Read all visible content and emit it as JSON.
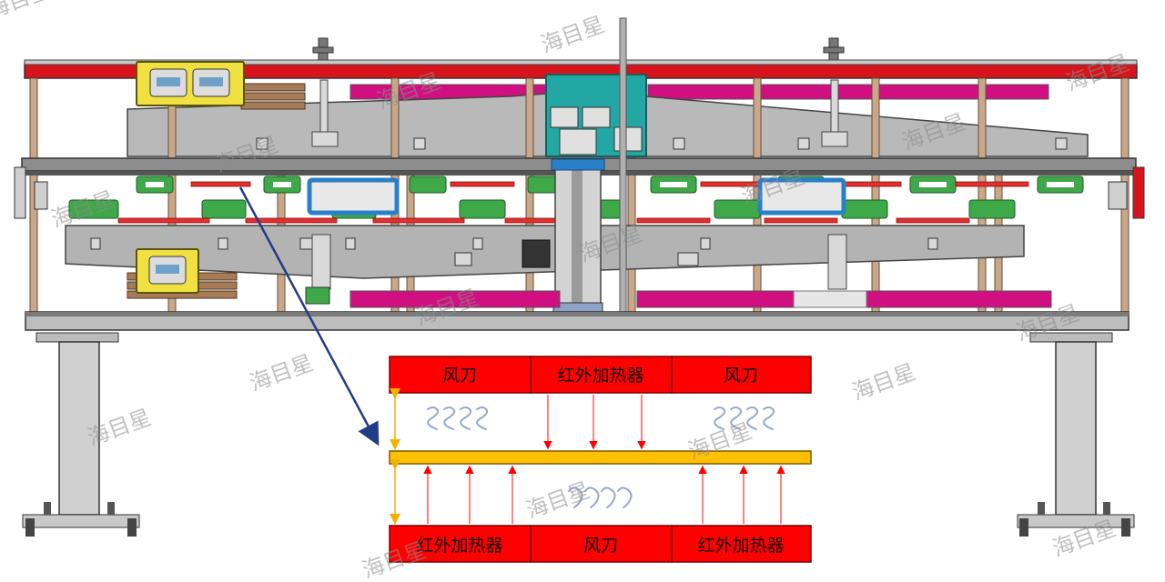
{
  "watermark": "海目星",
  "top_row": {
    "left": "风刀",
    "middle": "红外加热器",
    "right": "风刀"
  },
  "bottom_row": {
    "left": "红外加热器",
    "middle": "风刀",
    "right": "红外加热器"
  },
  "colors": {
    "heater_red": "#ff0000",
    "board_yellow": "#ffc000",
    "frame_red": "#d7141b",
    "magenta_bar": "#d01080",
    "machine_gray": "#b9b9b9",
    "teal_block": "#23a7a4",
    "green_clamp": "#3fa848",
    "controller_yellow": "#f0e040",
    "arrow_navy": "#1f3c88"
  }
}
